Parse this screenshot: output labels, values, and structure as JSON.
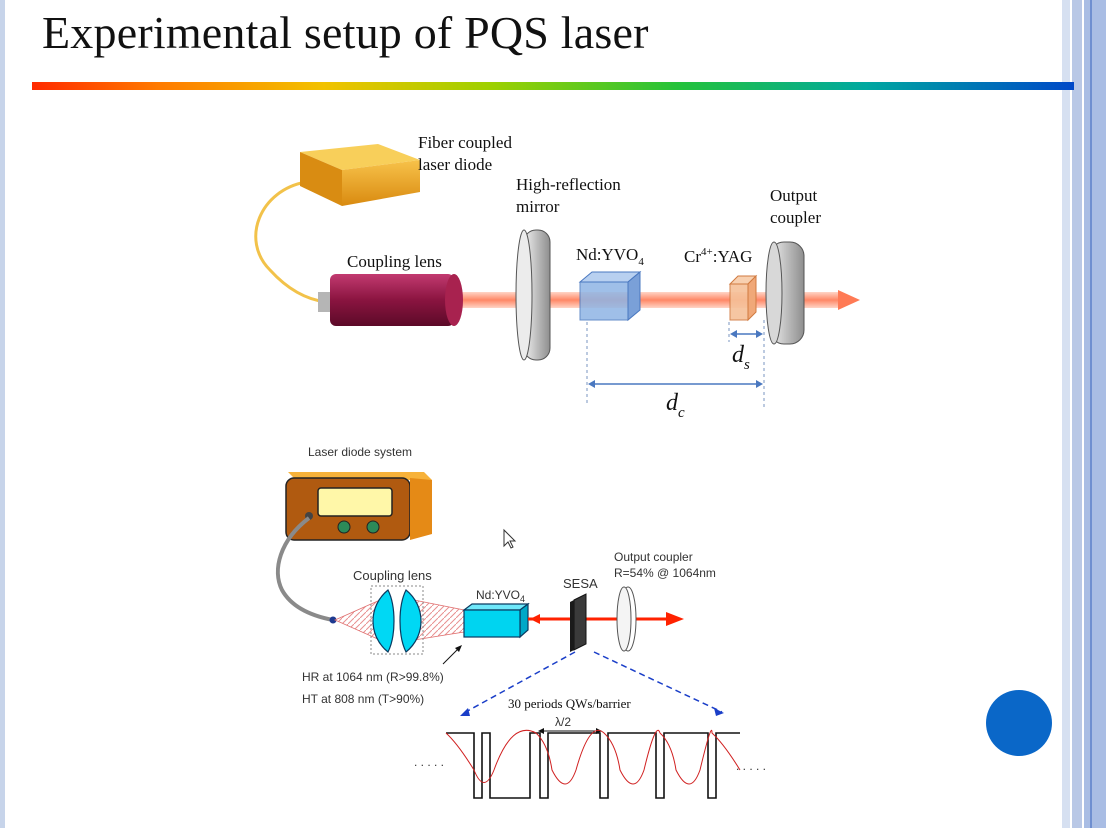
{
  "slide": {
    "title": "Experimental setup of PQS laser"
  },
  "top_diagram": {
    "fiber_label_line1": "Fiber coupled",
    "fiber_label_line2": "laser diode",
    "hr_label_line1": "High-reflection",
    "hr_label_line2": "mirror",
    "oc_label_line1": "Output",
    "oc_label_line2": "coupler",
    "coupling_lens": "Coupling lens",
    "ndyvo4_base": "Nd:YVO",
    "ndyvo4_sub": "4",
    "cr_base": "Cr",
    "cr_sup": "4+",
    "cr_rest": ":YAG",
    "ds_base": "d",
    "ds_sub": "s",
    "dc_base": "d",
    "dc_sub": "c"
  },
  "bottom_diagram": {
    "laser_system": "Laser diode system",
    "coupling_lens": "Coupling lens",
    "ndyvo4_base": "Nd:YVO",
    "ndyvo4_sub": "4",
    "sesa": "SESA",
    "oc_line1": "Output coupler",
    "oc_line2": "R=54% @ 1064nm",
    "hr_spec": "HR at 1064 nm (R>99.8%)",
    "ht_spec": "HT at 808 nm (T>90%)",
    "qw_label": "30 periods  QWs/barrier",
    "half_lambda": "λ/2",
    "dots_left": ". . . . .",
    "dots_right": ". . . . ."
  },
  "colors": {
    "beam_top": "#ff8a6a",
    "beam_bottom": "#ff2200",
    "crystal_blue": "#8fb4e4",
    "crystal_cyan": "#00d4f0",
    "diode_orange": "#f2a92a",
    "accent_button": "#0a67c8"
  }
}
